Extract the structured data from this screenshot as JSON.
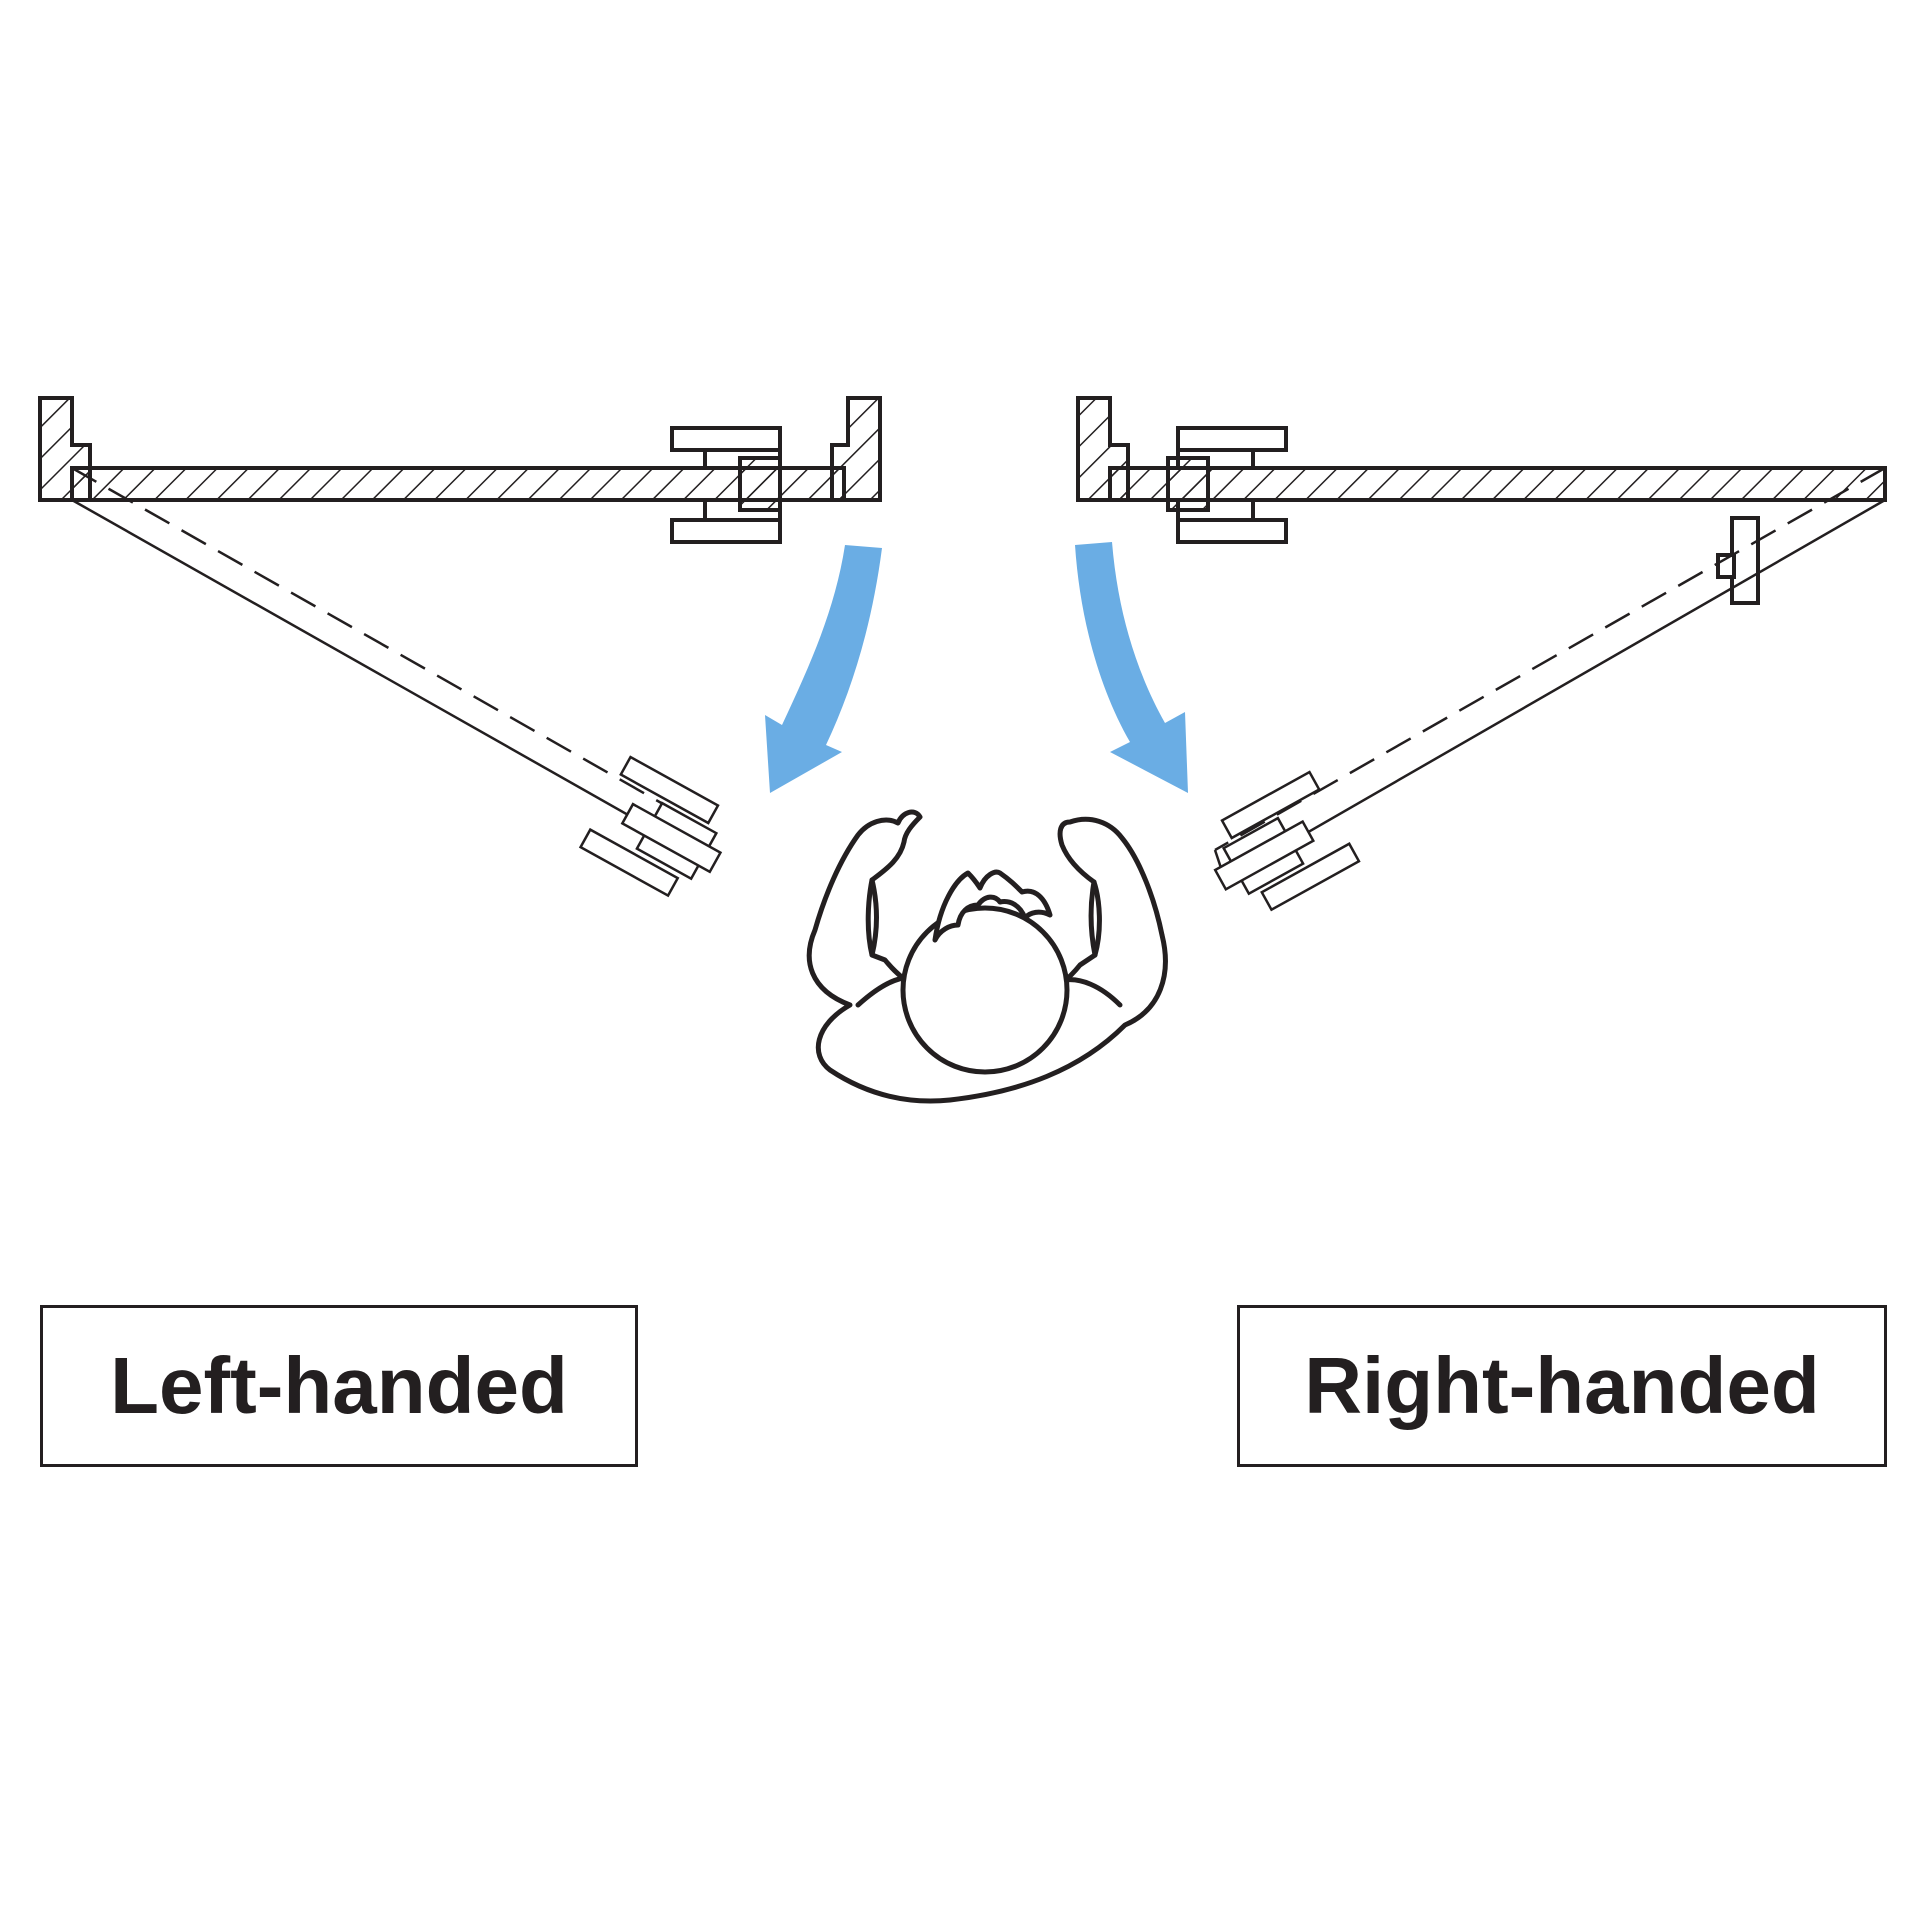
{
  "labels": {
    "left": "Left-handed",
    "right": "Right-handed"
  },
  "colors": {
    "line": "#231f20",
    "arrow": "#6aade4",
    "background": "#ffffff"
  },
  "icons": {
    "left_arrow": "curved-arrow-down-left",
    "right_arrow": "curved-arrow-down-right",
    "person": "person-top-view"
  }
}
